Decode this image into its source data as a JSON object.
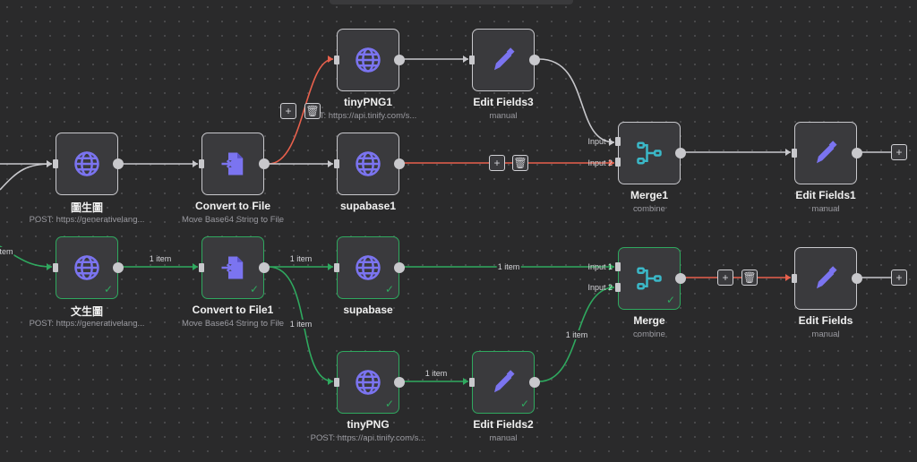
{
  "colors": {
    "success": "#2fa95f",
    "error_edge": "#e8604c",
    "default_edge": "#c8c8cc",
    "icon_purple": "#7b74f0",
    "icon_teal": "#3bb8c8"
  },
  "nodes": [
    {
      "id": "img2img",
      "name": "圖生圖",
      "subtitle": "POST: https://generativelang...",
      "icon": "globe-icon",
      "status": "idle"
    },
    {
      "id": "convert",
      "name": "Convert to File",
      "subtitle": "Move Base64 String to File",
      "icon": "file-import-icon",
      "status": "idle"
    },
    {
      "id": "supabase1",
      "name": "supabase1",
      "subtitle": "",
      "icon": "globe-icon",
      "status": "idle"
    },
    {
      "id": "tinypng1",
      "name": "tinyPNG1",
      "subtitle": "T: https://api.tinify.com/s...",
      "icon": "globe-icon",
      "status": "idle"
    },
    {
      "id": "editfields3",
      "name": "Edit Fields3",
      "subtitle": "manual",
      "icon": "pencil-icon",
      "status": "idle"
    },
    {
      "id": "merge1",
      "name": "Merge1",
      "subtitle": "combine",
      "icon": "merge-icon",
      "status": "idle"
    },
    {
      "id": "editfields1",
      "name": "Edit Fields1",
      "subtitle": "manual",
      "icon": "pencil-icon",
      "status": "idle"
    },
    {
      "id": "txt2img",
      "name": "文生圖",
      "subtitle": "POST: https://generativelang...",
      "icon": "globe-icon",
      "status": "success"
    },
    {
      "id": "convert1",
      "name": "Convert to File1",
      "subtitle": "Move Base64 String to File",
      "icon": "file-import-icon",
      "status": "success"
    },
    {
      "id": "supabase",
      "name": "supabase",
      "subtitle": "",
      "icon": "globe-icon",
      "status": "success"
    },
    {
      "id": "tinypng",
      "name": "tinyPNG",
      "subtitle": "POST: https://api.tinify.com/s...",
      "icon": "globe-icon",
      "status": "success"
    },
    {
      "id": "editfields2",
      "name": "Edit Fields2",
      "subtitle": "manual",
      "icon": "pencil-icon",
      "status": "success"
    },
    {
      "id": "merge",
      "name": "Merge",
      "subtitle": "combine",
      "icon": "merge-icon",
      "status": "success"
    },
    {
      "id": "editfields",
      "name": "Edit Fields",
      "subtitle": "manual",
      "icon": "pencil-icon",
      "status": "idle"
    }
  ],
  "merge_inputs": {
    "input1": "Input 1",
    "input2": "Input 2"
  },
  "edge_labels": {
    "incoming": "item",
    "e1": "1 item",
    "e2": "1 item",
    "e3": "1 item",
    "e4": "1 item",
    "e5": "1 item",
    "e6": "1 item"
  },
  "buttons": {
    "add": "+",
    "delete": "🗑"
  }
}
